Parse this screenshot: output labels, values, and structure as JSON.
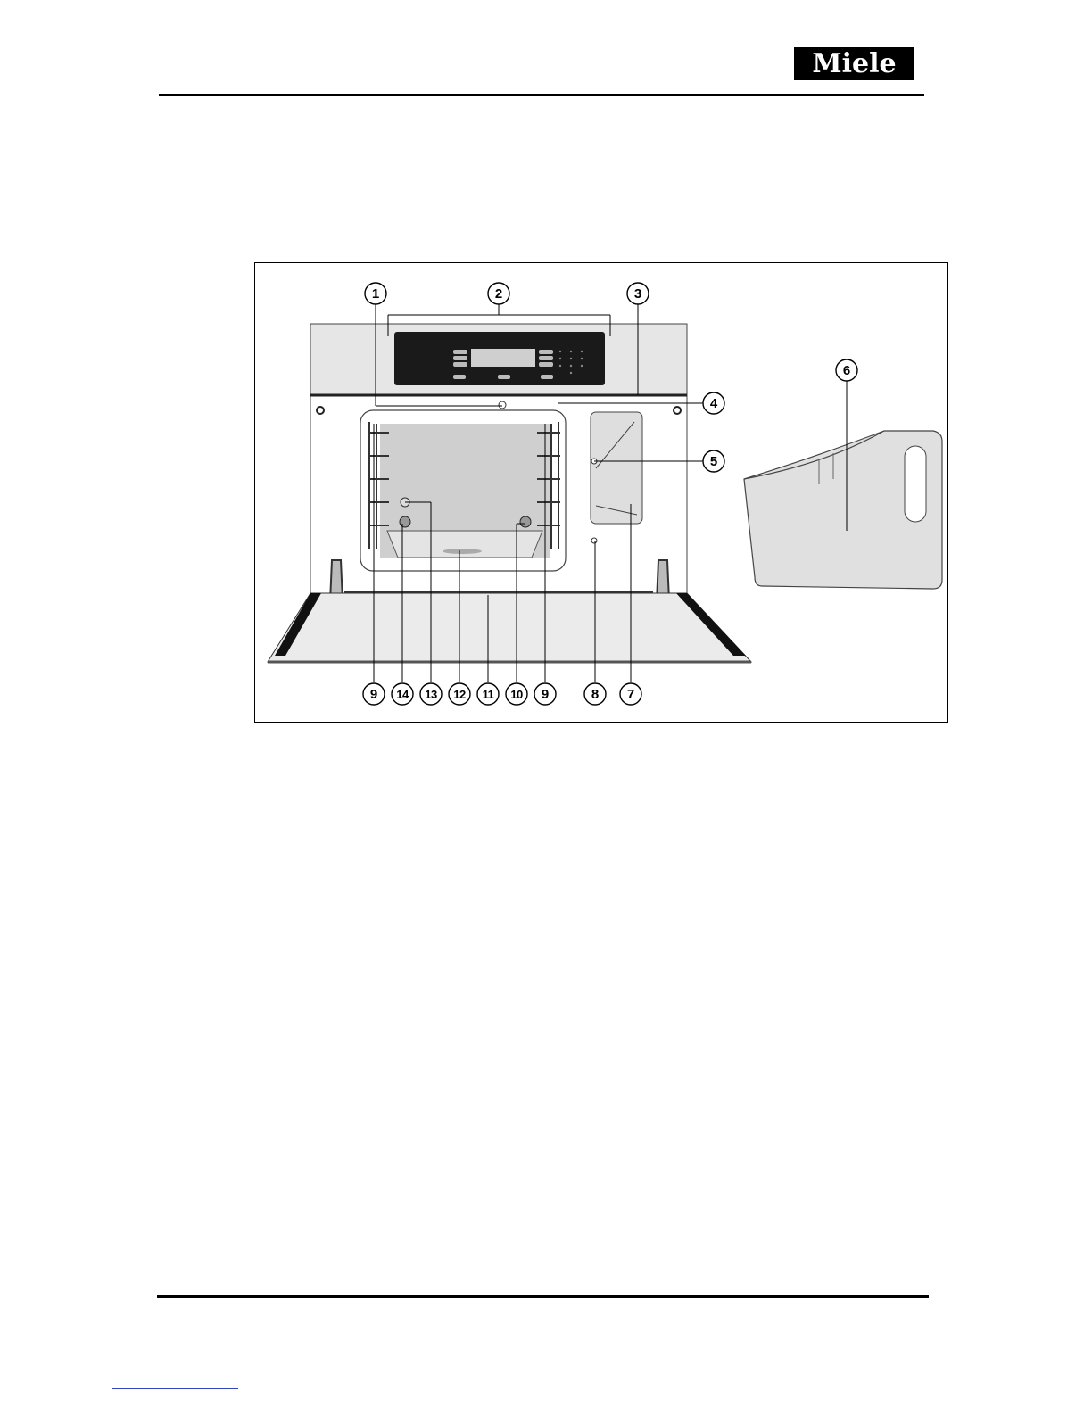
{
  "header": {
    "brand": "Miele"
  },
  "figure": {
    "callouts": [
      {
        "id": "c1",
        "label": "1"
      },
      {
        "id": "c2",
        "label": "2"
      },
      {
        "id": "c3",
        "label": "3"
      },
      {
        "id": "c4",
        "label": "4"
      },
      {
        "id": "c5",
        "label": "5"
      },
      {
        "id": "c6",
        "label": "6"
      },
      {
        "id": "c9a",
        "label": "9"
      },
      {
        "id": "c14",
        "label": "14"
      },
      {
        "id": "c13",
        "label": "13"
      },
      {
        "id": "c12",
        "label": "12"
      },
      {
        "id": "c11",
        "label": "11"
      },
      {
        "id": "c10",
        "label": "10"
      },
      {
        "id": "c9b",
        "label": "9"
      },
      {
        "id": "c8",
        "label": "8"
      },
      {
        "id": "c7",
        "label": "7"
      }
    ]
  }
}
